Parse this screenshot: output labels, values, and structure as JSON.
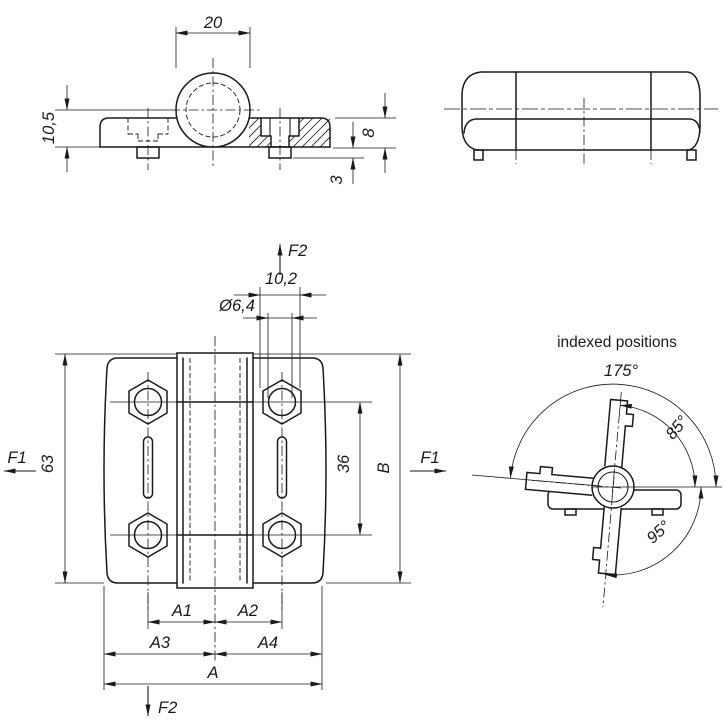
{
  "drawing": {
    "background": "#ffffff",
    "line_color": "#1a1a1a",
    "views": {
      "section": {
        "dim_barrel_width": "20",
        "dim_axis_height": "10,5",
        "dim_leaf_thickness": "8",
        "dim_pin_length": "3"
      },
      "side": {},
      "front": {
        "dim_pocket_width": "10,2",
        "dim_hole_diameter": "Ø6,4",
        "dim_height": "63",
        "dim_hole_spacing": "36",
        "dim_width_b": "B",
        "dim_a1": "A1",
        "dim_a2": "A2",
        "dim_a3": "A3",
        "dim_a4": "A4",
        "dim_a": "A",
        "force_f1": "F1",
        "force_f2": "F2"
      },
      "indexed": {
        "title": "indexed positions",
        "angle_left": "175°",
        "angle_up": "85°",
        "angle_down": "95°"
      }
    }
  }
}
